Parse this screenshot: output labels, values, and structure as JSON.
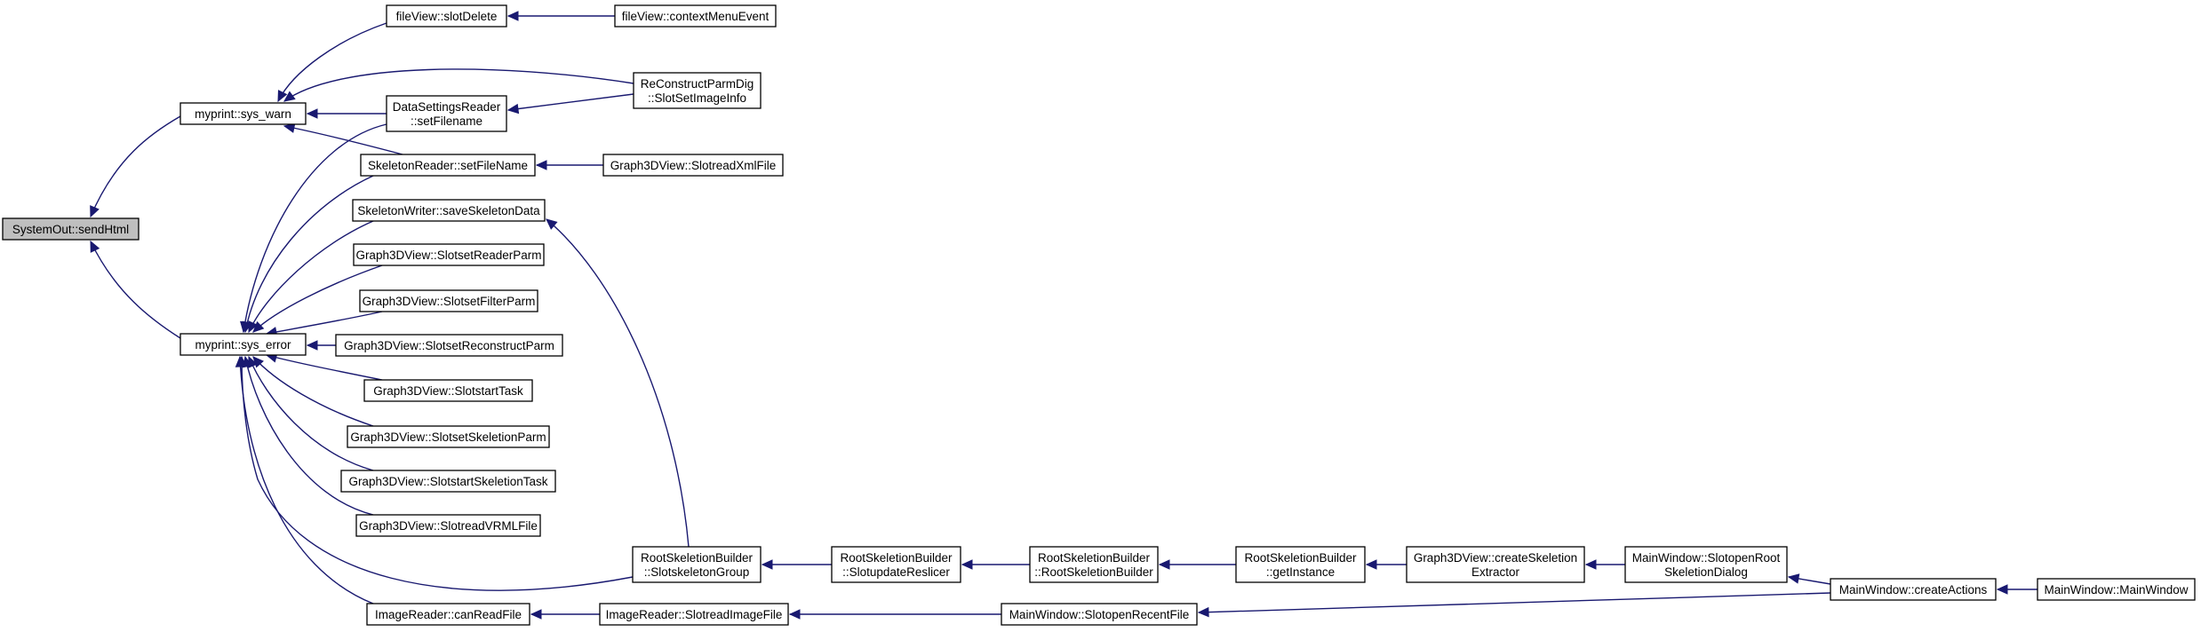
{
  "diagram": {
    "nodes": [
      {
        "id": "root",
        "lines": [
          "SystemOut::sendHtml"
        ],
        "highlight": true
      },
      {
        "id": "warn",
        "lines": [
          "myprint::sys_warn"
        ]
      },
      {
        "id": "err",
        "lines": [
          "myprint::sys_error"
        ]
      },
      {
        "id": "fvdel",
        "lines": [
          "fileView::slotDelete"
        ]
      },
      {
        "id": "fvctx",
        "lines": [
          "fileView::contextMenuEvent"
        ]
      },
      {
        "id": "recon",
        "lines": [
          "ReConstructParmDig",
          "::SlotSetImageInfo"
        ]
      },
      {
        "id": "dsr",
        "lines": [
          "DataSettingsReader",
          "::setFilename"
        ]
      },
      {
        "id": "skrd",
        "lines": [
          "SkeletonReader::setFileName"
        ]
      },
      {
        "id": "g3xml",
        "lines": [
          "Graph3DView::SlotreadXmlFile"
        ]
      },
      {
        "id": "skwr",
        "lines": [
          "SkeletonWriter::saveSkeletonData"
        ]
      },
      {
        "id": "g3rp",
        "lines": [
          "Graph3DView::SlotsetReaderParm"
        ]
      },
      {
        "id": "g3fp",
        "lines": [
          "Graph3DView::SlotsetFilterParm"
        ]
      },
      {
        "id": "g3cp",
        "lines": [
          "Graph3DView::SlotsetReconstructParm"
        ]
      },
      {
        "id": "g3st",
        "lines": [
          "Graph3DView::SlotstartTask"
        ]
      },
      {
        "id": "g3sp",
        "lines": [
          "Graph3DView::SlotsetSkeletionParm"
        ]
      },
      {
        "id": "g3sst",
        "lines": [
          "Graph3DView::SlotstartSkeletionTask"
        ]
      },
      {
        "id": "g3vr",
        "lines": [
          "Graph3DView::SlotreadVRMLFile"
        ]
      },
      {
        "id": "imcan",
        "lines": [
          "ImageReader::canReadFile"
        ]
      },
      {
        "id": "rsbsg",
        "lines": [
          "RootSkeletionBuilder",
          "::SlotskeletonGroup"
        ]
      },
      {
        "id": "rsbur",
        "lines": [
          "RootSkeletionBuilder",
          "::SlotupdateReslicer"
        ]
      },
      {
        "id": "rsbct",
        "lines": [
          "RootSkeletionBuilder",
          "::RootSkeletionBuilder"
        ]
      },
      {
        "id": "rsbgi",
        "lines": [
          "RootSkeletionBuilder",
          "::getInstance"
        ]
      },
      {
        "id": "g3cse",
        "lines": [
          "Graph3DView::createSkeletion",
          "Extractor"
        ]
      },
      {
        "id": "mwors",
        "lines": [
          "MainWindow::SlotopenRoot",
          "SkeletionDialog"
        ]
      },
      {
        "id": "mwca",
        "lines": [
          "MainWindow::createActions"
        ]
      },
      {
        "id": "mwmw",
        "lines": [
          "MainWindow::MainWindow"
        ]
      },
      {
        "id": "imsri",
        "lines": [
          "ImageReader::SlotreadImageFile"
        ]
      },
      {
        "id": "mworf",
        "lines": [
          "MainWindow::SlotopenRecentFile"
        ]
      }
    ]
  }
}
